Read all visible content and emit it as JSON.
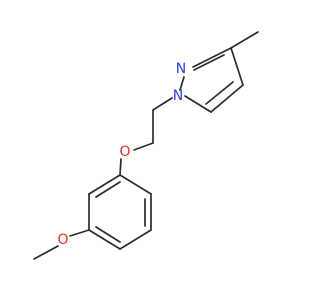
{
  "molecule": {
    "atoms": {
      "n1": {
        "label": "N"
      },
      "n2": {
        "label": "N"
      },
      "o_ether": {
        "label": "O"
      },
      "o_methoxy": {
        "label": "O"
      }
    },
    "colors": {
      "bond": "#2b2b2b",
      "nitrogen": "#2f3fe0",
      "oxygen": "#e0321f",
      "background": "#ffffff"
    }
  }
}
